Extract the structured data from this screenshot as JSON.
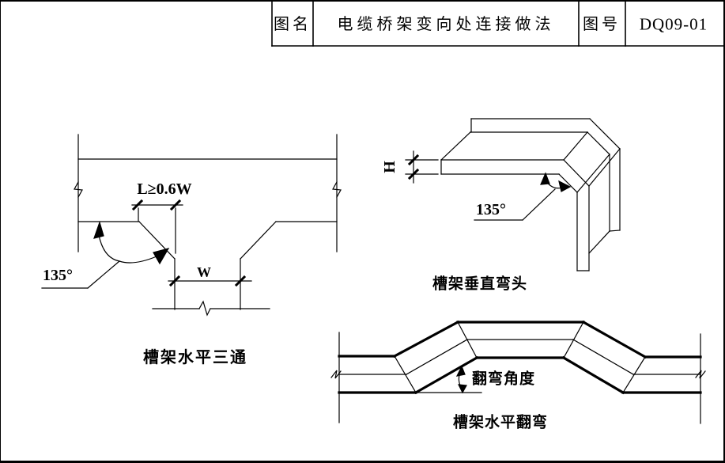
{
  "title_block": {
    "name_label": "图名",
    "drawing_name": "电缆桥架变向处连接做法",
    "number_label": "图号",
    "drawing_number": "DQ09-01"
  },
  "diagrams": {
    "tee": {
      "caption": "槽架水平三通",
      "dim_length": "L≥0.6W",
      "dim_width": "W",
      "angle": "135°"
    },
    "elbow": {
      "caption": "槽架垂直弯头",
      "dim_height": "H",
      "angle": "135°"
    },
    "offset_bend": {
      "caption": "槽架水平翻弯",
      "angle_label": "翻弯角度"
    }
  },
  "colors": {
    "line": "#000000",
    "background": "#ffffff"
  }
}
